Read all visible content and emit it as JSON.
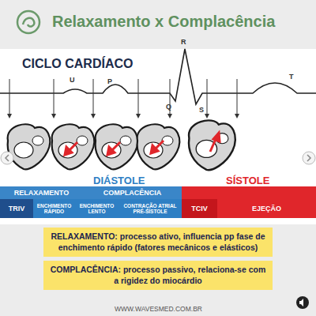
{
  "diagram": {
    "title": "Relaxamento x Complacência",
    "nodes": [
      {
        "text": [
          "RELAXAMENTO"
        ]
      },
      {
        "text": [
          "COMPLACÊNCIA"
        ]
      },
      {
        "text": [
          "TRIV"
        ]
      },
      {
        "text": [
          "ENCHIMENTO RÁPIDO"
        ]
      },
      {
        "text": [
          "ENCHIMENTO LENTO"
        ]
      },
      {
        "text": [
          "CONTRAÇÃO ATRIAL PRÉ-SÍSTOLE"
        ]
      },
      {
        "text": [
          "TCIV"
        ]
      },
      {
        "text": [
          "EJEÇÃO"
        ]
      },
      {
        "text": [
          "RELAXAMENTO: processo ativo, influencia pp fase de enchimento rápido (fatores mecânicos e elásticos)"
        ]
      },
      {
        "text": [
          "COMPLACÊNCIA: processo passivo, relaciona-se com a rigidez do miocárdio"
        ]
      }
    ],
    "labels": [
      "CICLO CARDÍACO",
      "R",
      "U",
      "P",
      "T",
      "Q",
      "S",
      "DIÁSTOLE",
      "SÍSTOLE",
      "WWW.WAVESMED.COM.BR"
    ]
  }
}
